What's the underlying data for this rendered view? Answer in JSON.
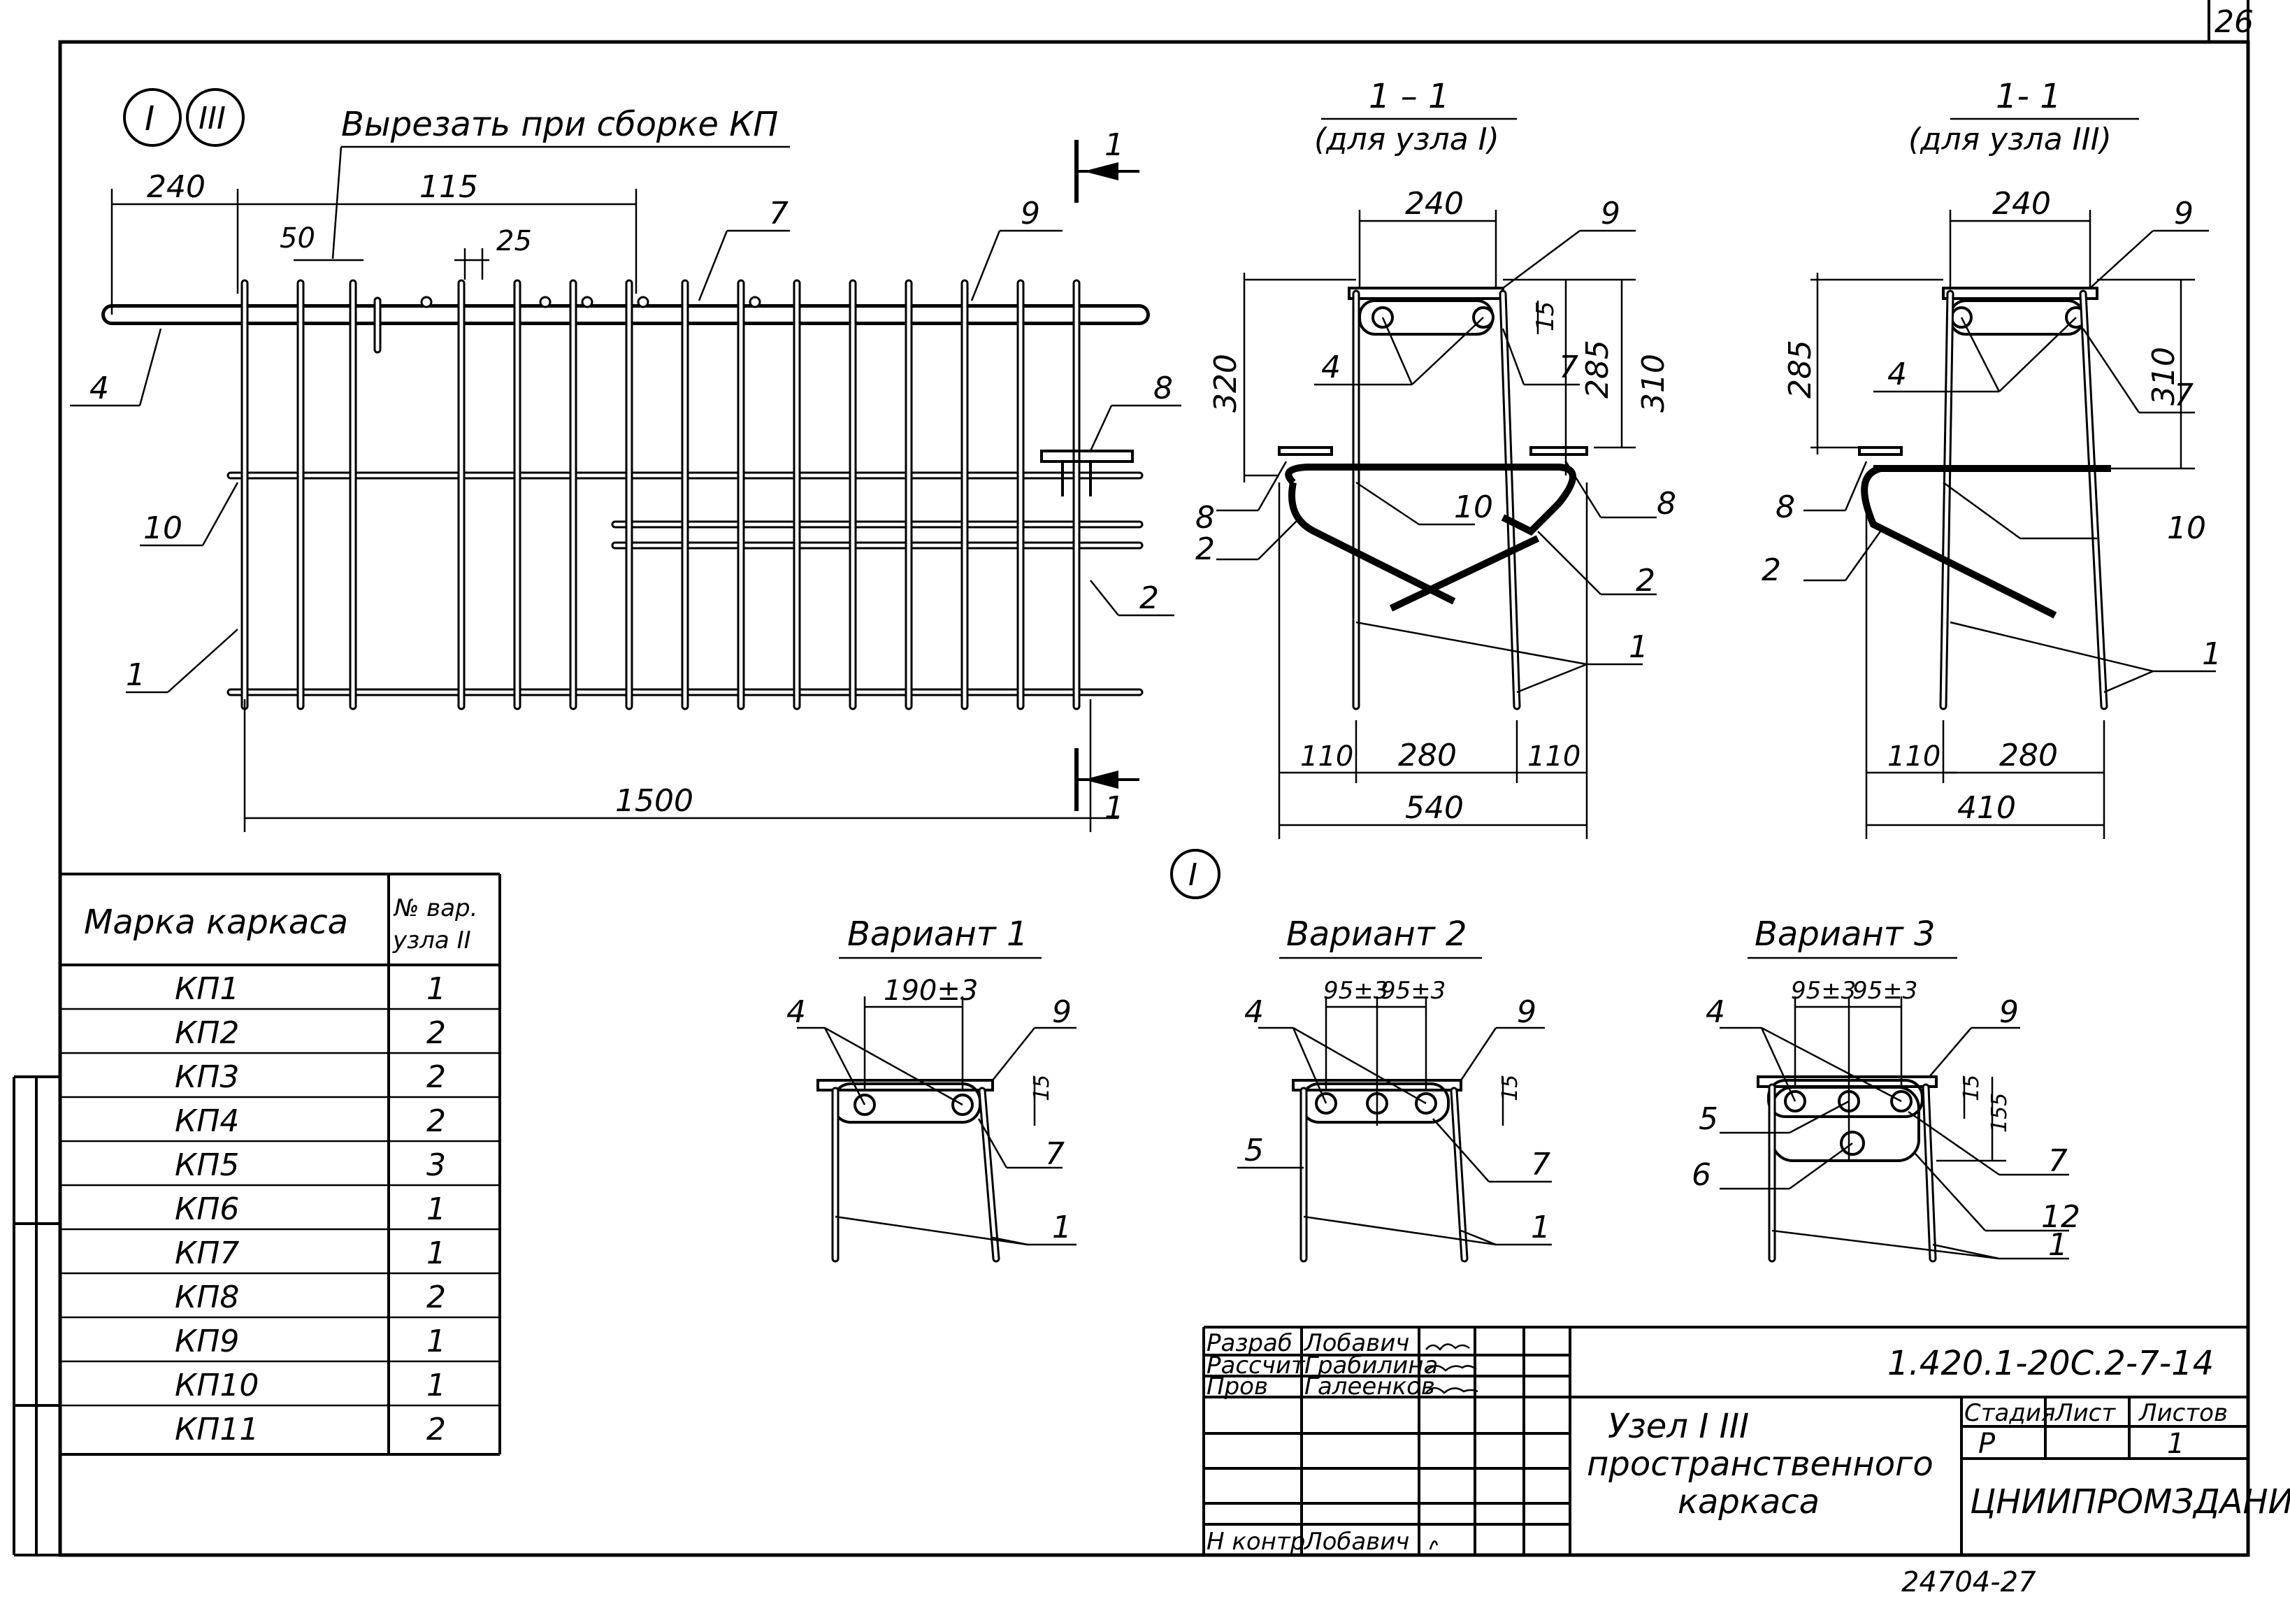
{
  "sheet_number": "26",
  "node_marks": {
    "left_1": "I",
    "left_2": "III",
    "mid": "I"
  },
  "cut_note": "Вырезать при сборке КП",
  "elevation": {
    "dims": {
      "d240": "240",
      "d115": "115",
      "d50": "50",
      "d25": "25",
      "d1500": "1500"
    },
    "section_mark": "1",
    "callouts": {
      "c4": "4",
      "c7": "7",
      "c9": "9",
      "c8": "8",
      "c10": "10",
      "c2": "2",
      "c1": "1"
    }
  },
  "section_a": {
    "title": "1 – 1",
    "subtitle": "(для узла I)",
    "dims": {
      "w240": "240",
      "h15": "15",
      "h320": "320",
      "h285": "285",
      "h310": "310",
      "b110a": "110",
      "b280": "280",
      "b110b": "110",
      "b540": "540"
    },
    "callouts": {
      "c9": "9",
      "c4": "4",
      "c7": "7",
      "c8a": "8",
      "c8b": "8",
      "c2a": "2",
      "c10": "10",
      "c2b": "2",
      "c1": "1"
    }
  },
  "section_b": {
    "title": "1- 1",
    "subtitle": "(для узла III)",
    "dims": {
      "w240": "240",
      "h285": "285",
      "h310": "310",
      "b110": "110",
      "b280": "280",
      "b410": "410"
    },
    "callouts": {
      "c9": "9",
      "c4": "4",
      "c7": "7",
      "c8": "8",
      "c10": "10",
      "c2": "2",
      "c1": "1"
    }
  },
  "variants": [
    {
      "title": "Вариант 1",
      "dim_main": "190±3",
      "dim_h": "15",
      "callouts": {
        "c4": "4",
        "c9": "9",
        "c7": "7",
        "c1": "1"
      }
    },
    {
      "title": "Вариант 2",
      "dim_a": "95±3",
      "dim_b": "95±3",
      "dim_h": "15",
      "callouts": {
        "c4": "4",
        "c9": "9",
        "c5": "5",
        "c7": "7",
        "c1": "1"
      }
    },
    {
      "title": "Вариант 3",
      "dim_a": "95±3",
      "dim_b": "95±3",
      "dim_h": "15",
      "dim_h2": "155",
      "callouts": {
        "c4": "4",
        "c9": "9",
        "c5": "5",
        "c6": "6",
        "c7": "7",
        "c12": "12",
        "c1": "1"
      }
    }
  ],
  "schedule": {
    "header_mark": "Марка каркаса",
    "header_variant": "№ вар. узла II",
    "rows": [
      {
        "mark": "КП1",
        "variant": "1"
      },
      {
        "mark": "КП2",
        "variant": "2"
      },
      {
        "mark": "КП3",
        "variant": "2"
      },
      {
        "mark": "КП4",
        "variant": "2"
      },
      {
        "mark": "КП5",
        "variant": "3"
      },
      {
        "mark": "КП6",
        "variant": "1"
      },
      {
        "mark": "КП7",
        "variant": "1"
      },
      {
        "mark": "КП8",
        "variant": "2"
      },
      {
        "mark": "КП9",
        "variant": "1"
      },
      {
        "mark": "КП10",
        "variant": "1"
      },
      {
        "mark": "КП11",
        "variant": "2"
      }
    ]
  },
  "title_block": {
    "roles": [
      {
        "role": "Разраб",
        "name": "Лобавич"
      },
      {
        "role": "Рассчит",
        "name": "Грабилина"
      },
      {
        "role": "Пров",
        "name": "Галеенков"
      }
    ],
    "norm_control_role": "Н контр",
    "norm_control_name": "Лобавич",
    "doc_code": "1.420.1-20С.2-7-14",
    "title": [
      "Узел I III",
      "пространственного",
      "каркаса"
    ],
    "stage_label": "Стадия",
    "sheet_label": "Лист",
    "sheets_label": "Листов",
    "stage": "Р",
    "sheet": "1",
    "organization": "ЦНИИПРОМЗДАНИЙ"
  },
  "archive_number": "24704-27"
}
